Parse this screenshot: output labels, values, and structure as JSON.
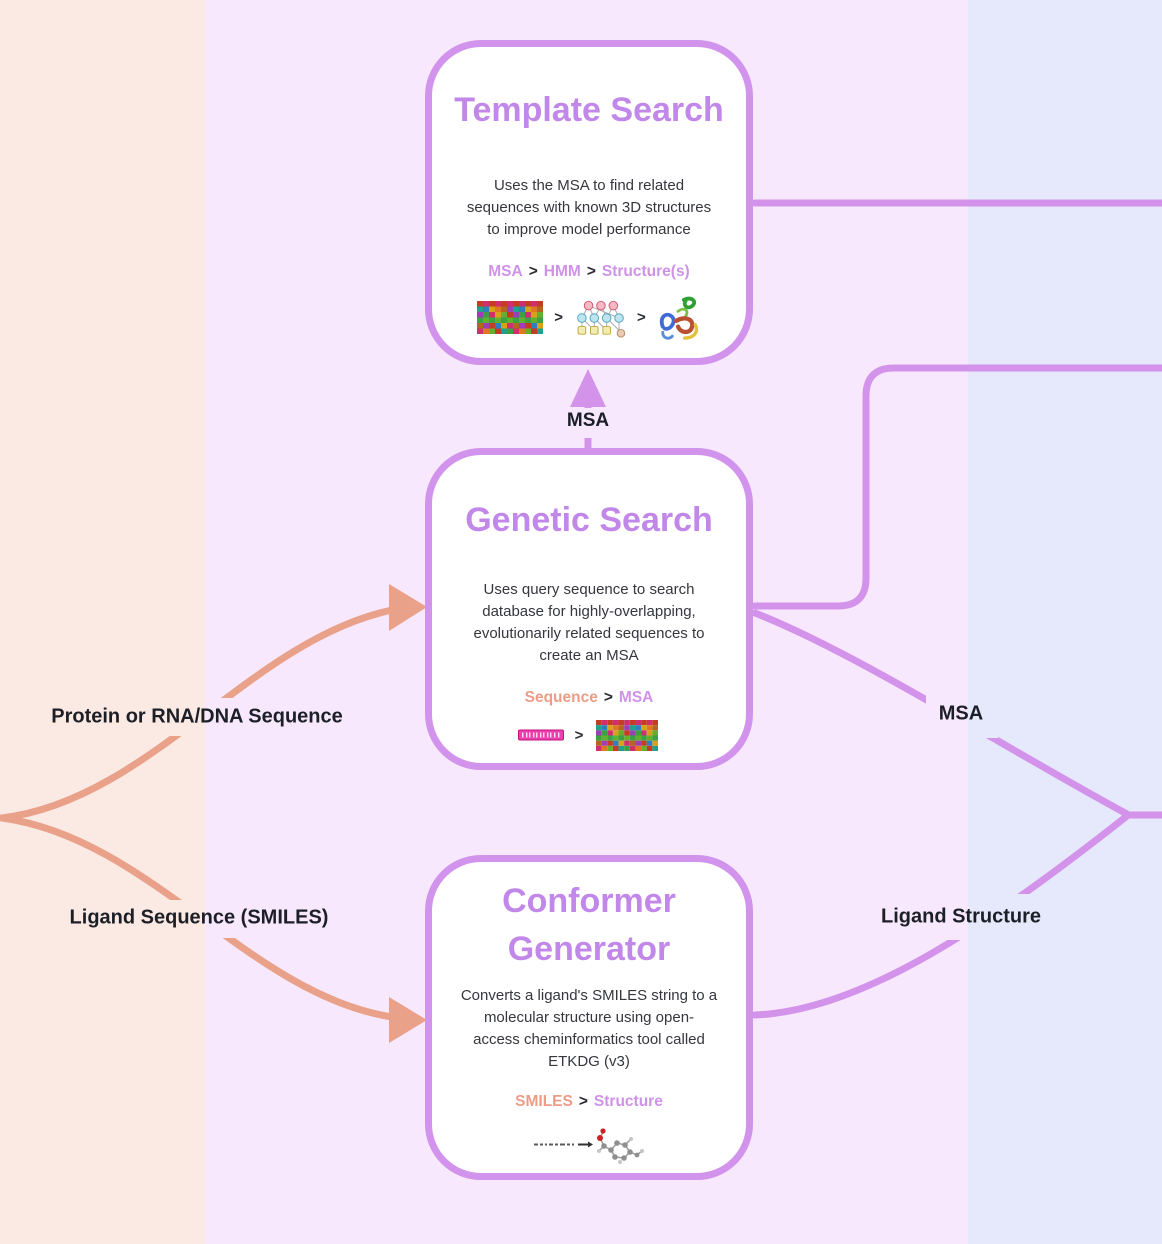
{
  "colors": {
    "bg_left": "#fbe9e4",
    "bg_mid": "#f7e8fd",
    "bg_right": "#e6e9fc",
    "accent_purple": "#d393ea",
    "accent_salmon": "#e9a189",
    "title_purple": "#c187e9",
    "formula_purple": "#cf92e8",
    "formula_salmon": "#ed9c87",
    "text_dark": "#35363e",
    "label_dark": "#1d1f27",
    "box_border": "#d193ec"
  },
  "glyphs": {
    "chevron_separator": ">"
  },
  "boxes": {
    "template_search": {
      "title": "Template Search",
      "description": "Uses the MSA to find related\nsequences with known 3D structures\nto improve model performance",
      "formula": [
        {
          "text": "MSA",
          "tone": "purple"
        },
        {
          "text": ">",
          "tone": "dark"
        },
        {
          "text": "HMM",
          "tone": "purple"
        },
        {
          "text": ">",
          "tone": "dark"
        },
        {
          "text": "Structure(s)",
          "tone": "purple"
        }
      ],
      "icons": [
        "msa-alignment-icon",
        "hmm-graph-icon",
        "protein-structure-icon"
      ]
    },
    "genetic_search": {
      "title": "Genetic Search",
      "description": "Uses query sequence to search\ndatabase for highly-overlapping,\nevolutionarily related sequences to\ncreate an MSA",
      "formula": [
        {
          "text": "Sequence",
          "tone": "salmon"
        },
        {
          "text": ">",
          "tone": "dark"
        },
        {
          "text": "MSA",
          "tone": "purple"
        }
      ],
      "icons": [
        "sequence-bar-icon",
        "msa-alignment-icon"
      ]
    },
    "conformer_generator": {
      "title": "Conformer\nGenerator",
      "description": "Converts a ligand's SMILES string to a\nmolecular structure using open-\naccess cheminformatics tool called\nETKDG (v3)",
      "formula": [
        {
          "text": "SMILES",
          "tone": "salmon"
        },
        {
          "text": ">",
          "tone": "dark"
        },
        {
          "text": "Structure",
          "tone": "purple"
        }
      ],
      "icons": [
        "smiles-to-structure-icon"
      ]
    }
  },
  "labels": {
    "protein_sequence": "Protein or RNA/DNA Sequence",
    "ligand_sequence": "Ligand Sequence (SMILES)",
    "msa_to_template": "MSA",
    "msa_output": "MSA",
    "ligand_structure_output": "Ligand Structure"
  }
}
